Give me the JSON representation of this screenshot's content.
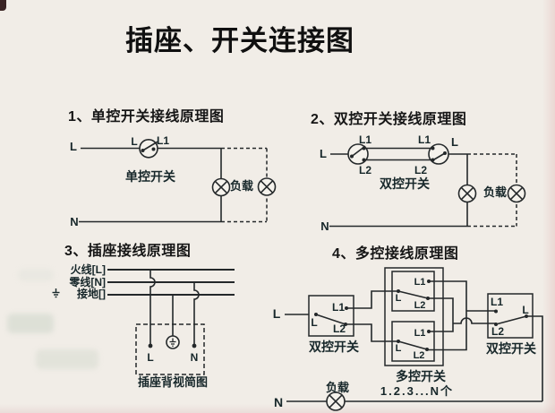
{
  "title": "插座、开关连接图",
  "colors": {
    "paper": "#f1ede7",
    "ink": "#24282a",
    "label": "#17272a"
  },
  "d1": {
    "heading": "1、单控开关接线原理图",
    "l": "L",
    "n": "N",
    "sw_in": "L",
    "sw_out": "L1",
    "switch_name": "单控开关",
    "load": "负载"
  },
  "d2": {
    "heading": "2、双控开关接线原理图",
    "l": "L",
    "n": "N",
    "out": "L",
    "sw1_l1": "L1",
    "sw1_l2": "L2",
    "sw2_l1": "L1",
    "sw2_l2": "L2",
    "switch_name": "双控开关",
    "load": "负载"
  },
  "d3": {
    "heading": "3、插座接线原理图",
    "live": "火线[L]",
    "neutral": "零线[N]",
    "ground_prefix": "接地[",
    "ground_suffix": "]",
    "term_l": "L",
    "term_n": "N",
    "caption": "插座背视简图"
  },
  "d4": {
    "heading": "4、多控接线原理图",
    "l": "L",
    "n": "N",
    "left": {
      "l": "L",
      "l1": "L1",
      "l2": "L2",
      "name": "双控开关"
    },
    "mid_top": {
      "l": "L",
      "l1": "L1",
      "l2": "L2"
    },
    "mid_bot": {
      "l": "L",
      "l1": "L1",
      "l2": "L2"
    },
    "mid_name": "多控开关",
    "mid_count": "1.2.3...N个",
    "right": {
      "l": "L",
      "l1": "L1",
      "l2": "L2",
      "name": "双控开关"
    },
    "load": "负载"
  }
}
